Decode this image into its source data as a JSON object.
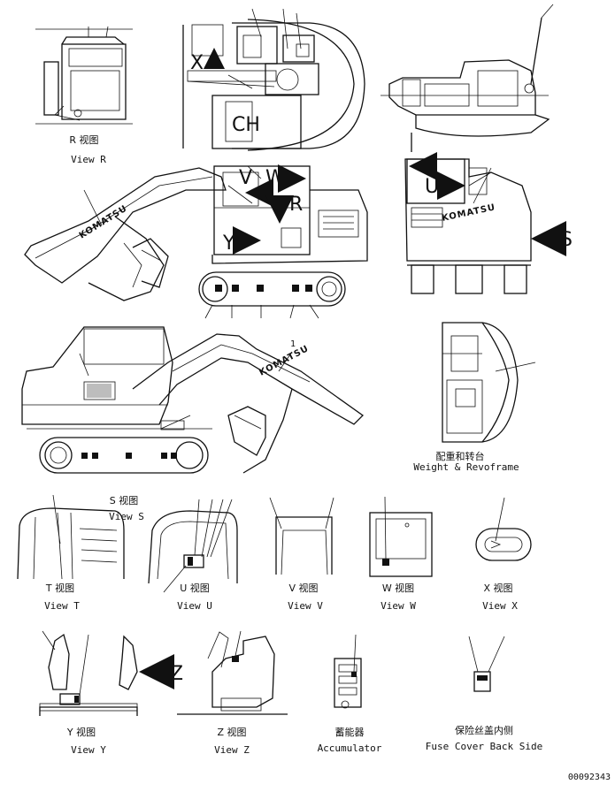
{
  "views": {
    "r": {
      "cn": "R 视图",
      "en": "View R"
    },
    "s": {
      "cn": "S 视图",
      "en": "View S"
    },
    "t": {
      "cn": "T 视图",
      "en": "View T"
    },
    "u": {
      "cn": "U 视图",
      "en": "View U"
    },
    "v": {
      "cn": "V 视图",
      "en": "View V"
    },
    "w": {
      "cn": "W 视图",
      "en": "View W"
    },
    "x": {
      "cn": "X 视图",
      "en": "View X"
    },
    "y": {
      "cn": "Y 视图",
      "en": "View Y"
    },
    "z": {
      "cn": "Z 视图",
      "en": "View Z"
    },
    "weight_revoframe": {
      "cn": "配重和转台",
      "en": "Weight & Revoframe"
    },
    "accumulator": {
      "cn": "蓄能器",
      "en": "Accumulator"
    },
    "fuse_cover": {
      "cn": "保险丝盖内侧",
      "en": "Fuse Cover Back Side"
    }
  },
  "callouts": {
    "x": "X",
    "v": "V",
    "w": "W",
    "r": "R",
    "y": "Y",
    "u": "U",
    "s": "S",
    "z": "Z",
    "one": "1"
  },
  "brand": "KOMATSU",
  "drawing_number": "00092343"
}
